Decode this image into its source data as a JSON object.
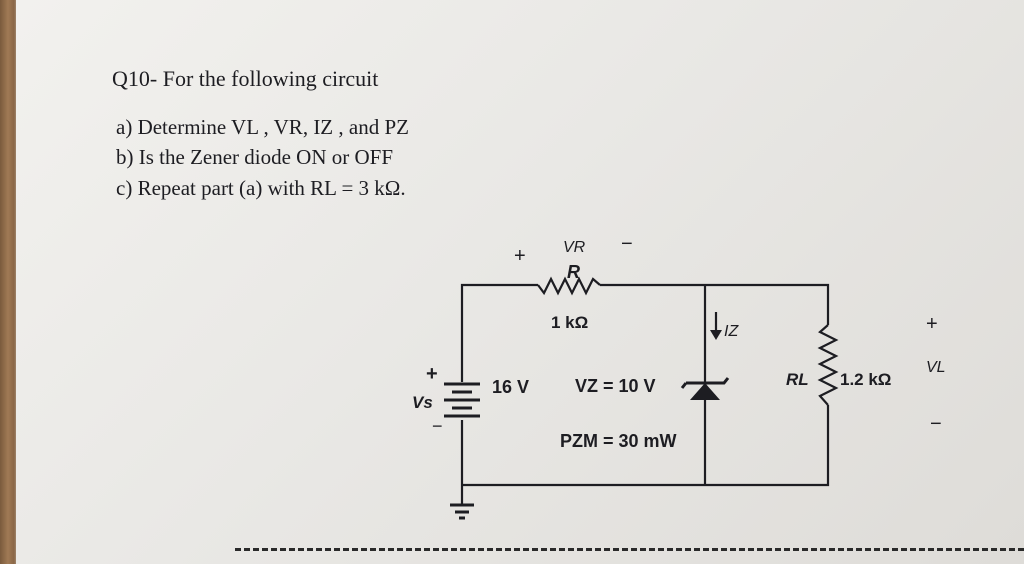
{
  "question": {
    "title": "Q10- For the following circuit",
    "parts": [
      "a) Determine VL , VR, IZ , and PZ",
      "b) Is the Zener diode ON or OFF",
      "c) Repeat part (a) with RL = 3 kΩ."
    ]
  },
  "circuit": {
    "vr_plus": "+",
    "vr_label": "VR",
    "vr_minus": "−",
    "r_label": "R",
    "r_value": "1 kΩ",
    "source_plus": "+",
    "source_label": "Vs",
    "source_minus": "−",
    "source_value": "16 V",
    "zener_voltage": "VZ = 10 V",
    "zener_power": "PZM = 30 mW",
    "iz_label": "IZ",
    "rl_label": "RL",
    "rl_value": "1.2 kΩ",
    "vl_plus": "+",
    "vl_label": "VL",
    "vl_minus": "−"
  }
}
